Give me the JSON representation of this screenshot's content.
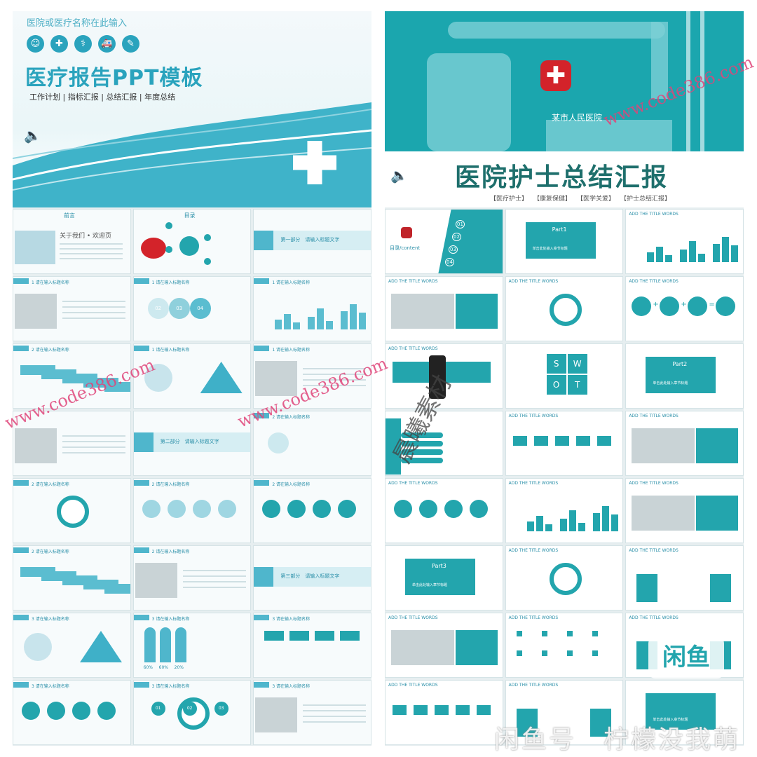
{
  "left_cover": {
    "subtitle": "医院或医疗名称在此输入",
    "title": "医疗报告PPT模板",
    "tags": "工作计划 | 指标汇报 | 总结汇报 | 年度总结",
    "icons": [
      "doctor-icon",
      "medical-kit-icon",
      "stethoscope-icon",
      "ambulance-icon",
      "syringe-icon"
    ],
    "icon_glyphs": [
      "☺",
      "✚",
      "⚕",
      "🚑",
      "✎"
    ]
  },
  "right_cover": {
    "hospital": "某市人民医院",
    "title": "医院护士总结汇报",
    "tags": [
      "【医疗护士】",
      "【康复保健】",
      "【医学关爱】",
      "【护士总结汇报】"
    ]
  },
  "colors": {
    "left_accent": "#2aa3bd",
    "right_accent": "#23a5ad",
    "title_dark": "#1e6f6c",
    "red_cross": "#d3232a"
  },
  "left_slides": [
    {
      "kind": "intro",
      "title": "前言",
      "text": "关于我们 • 欢迎页"
    },
    {
      "kind": "toc",
      "title": "目录"
    },
    {
      "kind": "section",
      "text": "第一部分　请输入标题文字"
    },
    {
      "kind": "photo",
      "title": "1 请在输入标题名称"
    },
    {
      "kind": "circles",
      "title": "1 请在输入标题名称",
      "nums": [
        "02",
        "03",
        "04"
      ]
    },
    {
      "kind": "bars",
      "title": "1 请在输入标题名称"
    },
    {
      "kind": "steps",
      "title": "2 请在输入标题名称"
    },
    {
      "kind": "pyramid",
      "title": "1 请在输入标题名称"
    },
    {
      "kind": "photo",
      "title": "1 请在输入标题名称"
    },
    {
      "kind": "photo",
      "title": ""
    },
    {
      "kind": "section",
      "text": "第二部分　请输入标题文字"
    },
    {
      "kind": "circles",
      "title": "2 请在输入标题名称",
      "nums": []
    },
    {
      "kind": "cycle",
      "title": "2 请在输入标题名称"
    },
    {
      "kind": "arcs",
      "title": "2 请在输入标题名称"
    },
    {
      "kind": "hex",
      "title": "2 请在输入标题名称"
    },
    {
      "kind": "steps",
      "title": "2 请在输入标题名称"
    },
    {
      "kind": "photo",
      "title": "2 请在输入标题名称"
    },
    {
      "kind": "section",
      "text": "第三部分　请输入标题文字"
    },
    {
      "kind": "pyramid",
      "title": "3 请在输入标题名称"
    },
    {
      "kind": "people",
      "title": "3 请在输入标题名称",
      "nums": [
        "60%",
        "60%",
        "20%"
      ]
    },
    {
      "kind": "boxes",
      "title": "3 请在输入标题名称"
    },
    {
      "kind": "hex",
      "title": "3 请在输入标题名称"
    },
    {
      "kind": "cycle",
      "title": "3 请在输入标题名称",
      "nums": [
        "01",
        "02",
        "03"
      ]
    },
    {
      "kind": "photo",
      "title": "3 请在输入标题名称"
    }
  ],
  "right_slides": [
    {
      "kind": "rtoc",
      "text": "目录/content",
      "nums": [
        "01",
        "02",
        "03",
        "04"
      ]
    },
    {
      "kind": "part",
      "text": "Part1",
      "sub": "单击此处输入章节标题"
    },
    {
      "kind": "rbars",
      "title": "ADD THE TITLE WORDS"
    },
    {
      "kind": "rphoto",
      "title": "ADD THE TITLE WORDS"
    },
    {
      "kind": "gear",
      "title": "ADD THE TITLE WORDS"
    },
    {
      "kind": "equation",
      "title": "ADD THE TITLE WORDS",
      "ops": [
        "+",
        "+",
        "="
      ]
    },
    {
      "kind": "phone",
      "title": "ADD THE TITLE WORDS"
    },
    {
      "kind": "swot",
      "title": "",
      "letters": [
        "S",
        "W",
        "O",
        "T"
      ]
    },
    {
      "kind": "part",
      "text": "Part2",
      "sub": "单击此处输入章节标题"
    },
    {
      "kind": "fingers",
      "title": ""
    },
    {
      "kind": "chain",
      "title": "ADD THE TITLE WORDS"
    },
    {
      "kind": "rphoto",
      "title": "ADD THE TITLE WORDS"
    },
    {
      "kind": "drops",
      "title": "ADD THE TITLE WORDS"
    },
    {
      "kind": "rbars",
      "title": "ADD THE TITLE WORDS"
    },
    {
      "kind": "rphoto",
      "title": "ADD THE TITLE WORDS"
    },
    {
      "kind": "part",
      "text": "Part3",
      "sub": "单击此处输入章节标题"
    },
    {
      "kind": "flower",
      "title": "ADD THE TITLE WORDS"
    },
    {
      "kind": "wave",
      "title": "ADD THE TITLE WORDS"
    },
    {
      "kind": "rphoto",
      "title": "ADD THE TITLE WORDS"
    },
    {
      "kind": "grid8",
      "title": "ADD THE TITLE WORDS"
    },
    {
      "kind": "list",
      "title": "ADD THE TITLE WORDS"
    },
    {
      "kind": "arrows",
      "title": "ADD THE TITLE WORDS"
    },
    {
      "kind": "wires",
      "title": "ADD THE TITLE WORDS"
    },
    {
      "kind": "part",
      "text": "",
      "sub": "单击此处输入章节标题"
    }
  ],
  "watermarks": {
    "site": "www.code386.com",
    "brand": "晨曦素材",
    "xianyu": "闲鱼号　柠檬没我萌",
    "xianyu_logo": "闲鱼"
  }
}
